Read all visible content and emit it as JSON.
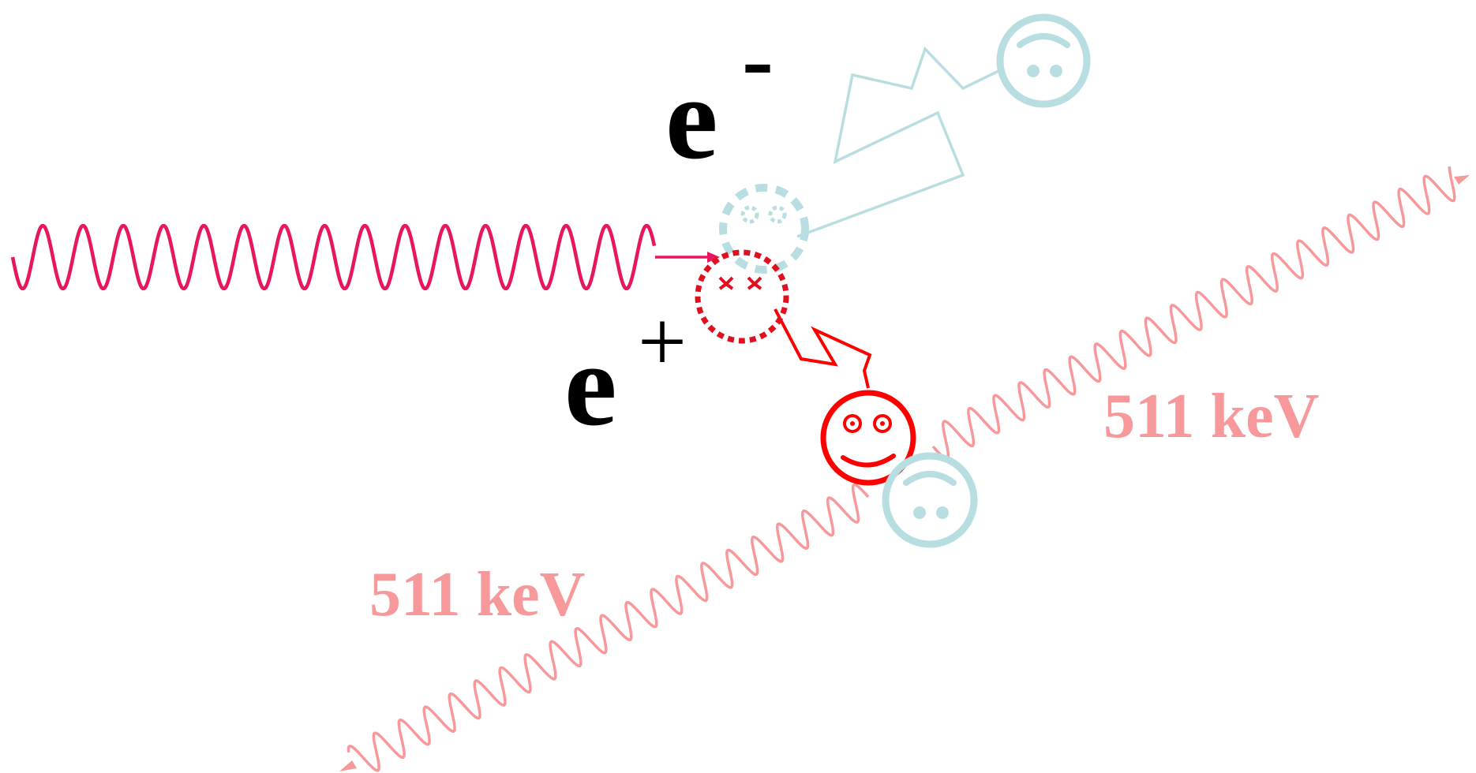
{
  "labels": {
    "electron_base": "e",
    "electron_charge": "-",
    "positron_base": "e",
    "positron_charge": "+",
    "energy_right": "511 keV",
    "energy_left": "511 keV"
  },
  "colors": {
    "incoming_photon": "#E8175D",
    "annihilation_photon": "#F7999B",
    "electron": "#B8DEE2",
    "positron": "#FF0000",
    "label": "#000000",
    "energy_label": "#F7999B"
  },
  "icons": {
    "electron_face": "sad-face-icon",
    "positron_face": "smiley-face-icon"
  }
}
